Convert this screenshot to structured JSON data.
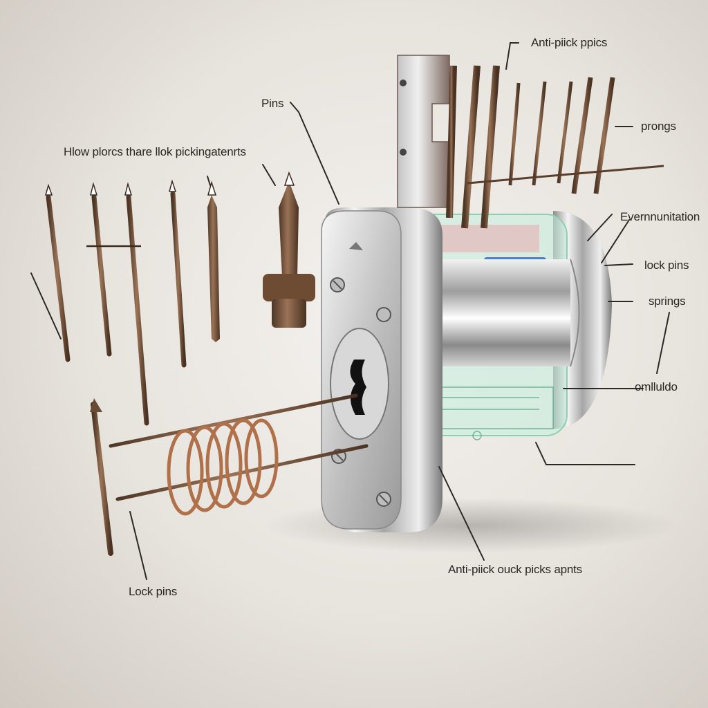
{
  "labels": {
    "anti_pick_pins": "Anti-piick ppics",
    "pins": "Pins",
    "how_picks": "Hlow plorcs thare llok pickingatenrts",
    "prongs": "prongs",
    "evernnunitation": "Evernnunitation",
    "lock_pins_right": "lock pins",
    "springs": "springs",
    "omluldo": "omlluldo",
    "anti_pick_bottom": "Anti-piick ouck picks apnts",
    "lock_pins_left": "Lock pins"
  },
  "colors": {
    "pick_bronze": "#7a5a40",
    "spring_copper": "#b0704a",
    "chrome": "#c9c9c9",
    "pin_red": "#d8505a",
    "pin_blue": "#4a7fd0",
    "pin_green": "#6ed0a0",
    "housing_glass": "#9fe0c4"
  }
}
